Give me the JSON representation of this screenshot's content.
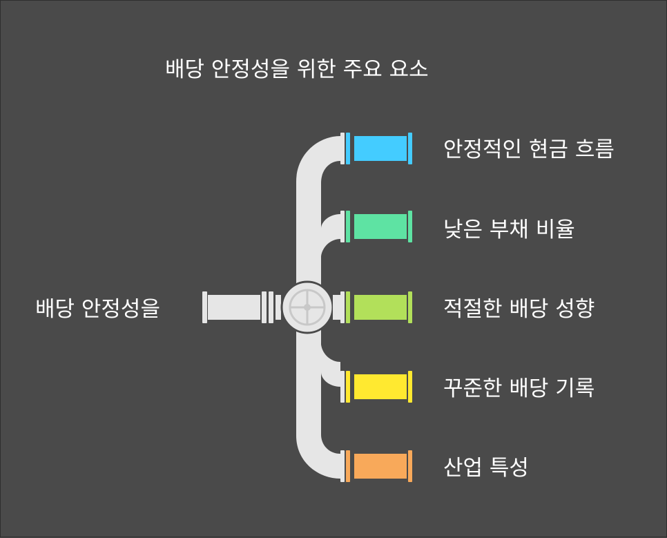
{
  "title": "배당 안정성을 위한 주요 요소",
  "source": {
    "label": "배당 안정성을"
  },
  "items": [
    {
      "label": "안정적인 현금 흐름",
      "color": "#44ccff"
    },
    {
      "label": "낮은 부채 비율",
      "color": "#5ee3a3"
    },
    {
      "label": "적절한 배당 성향",
      "color": "#b2e05a"
    },
    {
      "label": "꾸준한 배당 기록",
      "color": "#ffe930"
    },
    {
      "label": "산업 특성",
      "color": "#f8a95a"
    }
  ],
  "colors": {
    "background": "#4a4a4a",
    "pipe": "#e6e6e6",
    "text": "#ffffff"
  }
}
